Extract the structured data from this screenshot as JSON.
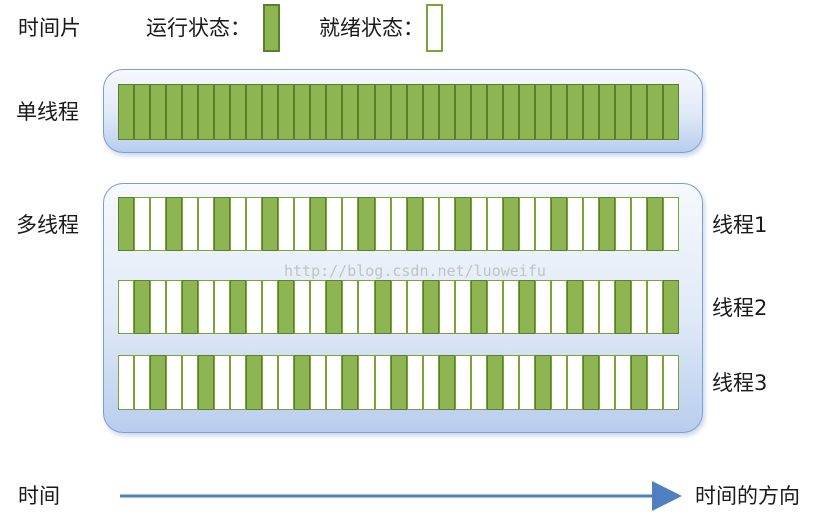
{
  "legend": {
    "timeslice_label": "时间片",
    "running_label": "运行状态：",
    "ready_label": "就绪状态："
  },
  "single_thread": {
    "label": "单线程",
    "slot_count": 35,
    "states": "all-running"
  },
  "multi_thread": {
    "label": "多线程",
    "slot_count": 35,
    "threads": [
      {
        "label": "线程1",
        "run_phase": 0,
        "cycle": 3
      },
      {
        "label": "线程2",
        "run_phase": 1,
        "cycle": 3
      },
      {
        "label": "线程3",
        "run_phase": 2,
        "cycle": 3
      }
    ]
  },
  "watermark": "http://blog.csdn.net/luoweifu",
  "timeline": {
    "start_label": "时间",
    "end_label": "时间的方向"
  },
  "colors": {
    "running_fill": "#8db552",
    "running_border": "#5e7d2e",
    "ready_fill": "#ffffff",
    "panel_border": "#7c9fd0",
    "arrow": "#4f7fbf"
  }
}
